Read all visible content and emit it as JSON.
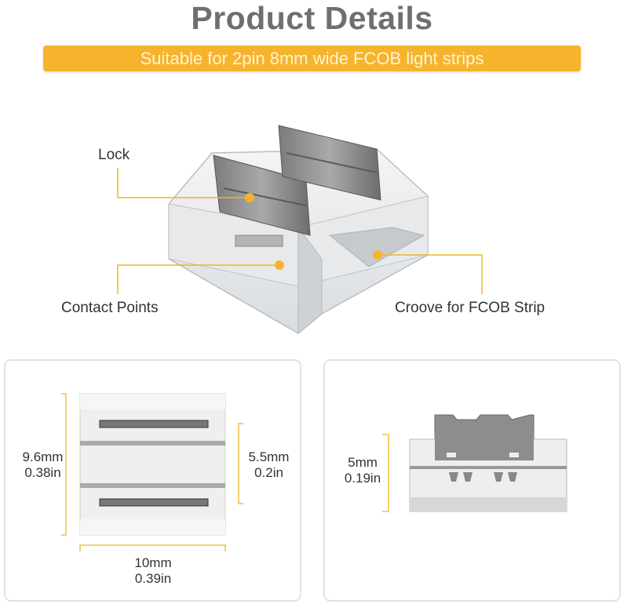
{
  "header": {
    "title": "Product Details",
    "subtitle": "Suitable for 2pin 8mm wide FCOB light strips"
  },
  "callouts": {
    "lock": "Lock",
    "contact_points": "Contact Points",
    "groove": "Croove for FCOB Strip"
  },
  "top_view": {
    "height_mm": "9.6mm",
    "height_in": "0.38in",
    "inner_mm": "5.5mm",
    "inner_in": "0.2in",
    "width_mm": "10mm",
    "width_in": "0.39in"
  },
  "side_view": {
    "height_mm": "5mm",
    "height_in": "0.19in"
  },
  "colors": {
    "accent": "#f6b42c",
    "title": "#6f6f6f"
  }
}
